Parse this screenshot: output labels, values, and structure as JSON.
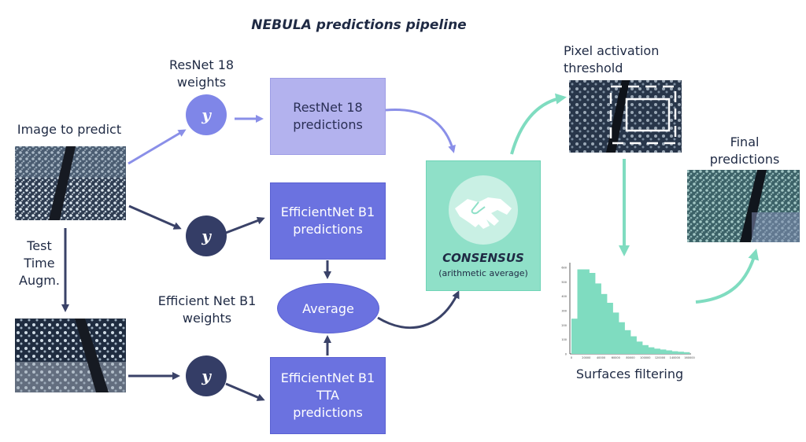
{
  "title": "NEBULA predictions pipeline",
  "labels": {
    "image_to_predict": "Image to predict",
    "resnet_weights_line1": "ResNet 18",
    "resnet_weights_line2": "weights",
    "tta_line1": "Test",
    "tta_line2": "Time",
    "tta_line3": "Augm.",
    "effnet_weights_line1": "Efficient Net B1",
    "effnet_weights_line2": "weights",
    "pixel_threshold_line1": "Pixel activation",
    "pixel_threshold_line2": "threshold",
    "final_line1": "Final",
    "final_line2": "predictions",
    "surfaces_filtering": "Surfaces filtering"
  },
  "nodes": {
    "weight_symbol": "y",
    "resnet_pred_line1": "RestNet 18",
    "resnet_pred_line2": "predictions",
    "effnet_pred_line1": "EfficientNet B1",
    "effnet_pred_line2": "predictions",
    "average": "Average",
    "effnet_tta_line1": "EfficientNet B1",
    "effnet_tta_line2": "TTA",
    "effnet_tta_line3": "predictions",
    "consensus": "CONSENSUS",
    "consensus_sub": "(arithmetic average)"
  },
  "histogram": {
    "values": [
      0.4,
      0.96,
      0.96,
      0.92,
      0.8,
      0.68,
      0.58,
      0.47,
      0.36,
      0.27,
      0.2,
      0.14,
      0.1,
      0.075,
      0.06,
      0.05,
      0.04,
      0.03,
      0.025,
      0.02
    ],
    "y_ticks": [
      "600",
      "500",
      "400",
      "300",
      "200",
      "100",
      "0"
    ],
    "x_ticks": [
      "0",
      "20000",
      "40000",
      "60000",
      "80000",
      "100000",
      "120000",
      "140000",
      "160000"
    ]
  },
  "colors": {
    "resnet": "#b3b2ee",
    "effnet": "#6b72e0",
    "dark": "#343d66",
    "teal": "#7fdcc0",
    "arrow_light": "#8a8fe8",
    "arrow_dark": "#3a4268"
  }
}
